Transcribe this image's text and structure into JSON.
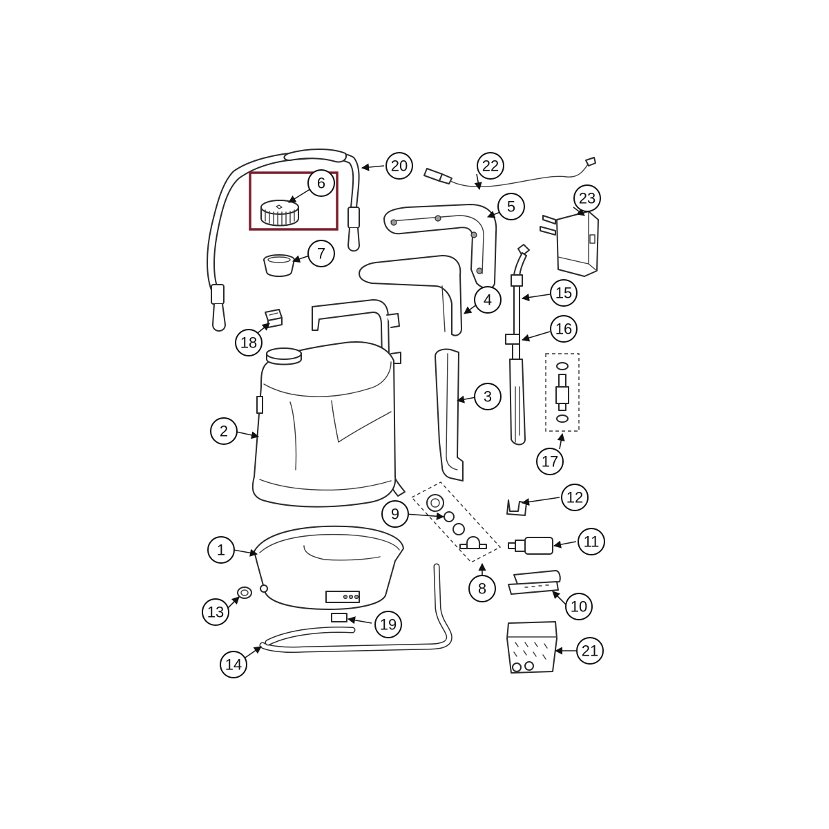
{
  "diagram": {
    "callouts": [
      {
        "label": "1"
      },
      {
        "label": "2"
      },
      {
        "label": "3"
      },
      {
        "label": "4"
      },
      {
        "label": "5"
      },
      {
        "label": "6"
      },
      {
        "label": "7"
      },
      {
        "label": "8"
      },
      {
        "label": "9"
      },
      {
        "label": "10"
      },
      {
        "label": "11"
      },
      {
        "label": "12"
      },
      {
        "label": "13"
      },
      {
        "label": "14"
      },
      {
        "label": "15"
      },
      {
        "label": "16"
      },
      {
        "label": "17"
      },
      {
        "label": "18"
      },
      {
        "label": "19"
      },
      {
        "label": "20"
      },
      {
        "label": "21"
      },
      {
        "label": "22"
      },
      {
        "label": "23"
      }
    ],
    "highlight": {
      "part": "6",
      "color": "#7a1f2b"
    },
    "colors": {
      "line": "#2a2a2a",
      "fill": "#ffffff"
    }
  }
}
